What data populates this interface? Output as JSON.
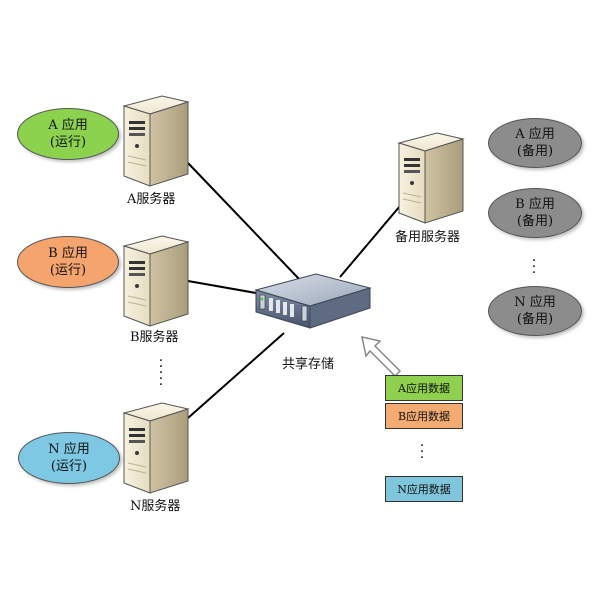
{
  "colors": {
    "green": "#8dd24f",
    "orange": "#f4a46c",
    "blue": "#7ec8e3",
    "grey": "#8c8c8c",
    "data_green": "#8fd14f",
    "data_orange": "#f4ab72",
    "data_blue": "#7fc6dc"
  },
  "apps": [
    {
      "line1": "A 应用",
      "line2": "(运行)",
      "color": "green"
    },
    {
      "line1": "B 应用",
      "line2": "(运行)",
      "color": "orange"
    },
    {
      "line1": "N 应用",
      "line2": "(运行)",
      "color": "blue"
    }
  ],
  "backup_apps": [
    {
      "line1": "A 应用",
      "line2": "(备用)"
    },
    {
      "line1": "B 应用",
      "line2": "(备用)"
    },
    {
      "line1": "N 应用",
      "line2": "(备用)"
    }
  ],
  "servers": {
    "a": "A服务器",
    "b": "B服务器",
    "n": "N服务器",
    "backup": "备用服务器"
  },
  "storage": {
    "label": "共享存储"
  },
  "data_items": [
    {
      "label": "A应用数据",
      "color": "data_green"
    },
    {
      "label": "B应用数据",
      "color": "data_orange"
    },
    {
      "label": "N应用数据",
      "color": "data_blue"
    }
  ],
  "icons": {
    "server": "server-tower-icon",
    "storage": "rack-storage-icon",
    "arrow": "hollow-arrow-icon"
  }
}
